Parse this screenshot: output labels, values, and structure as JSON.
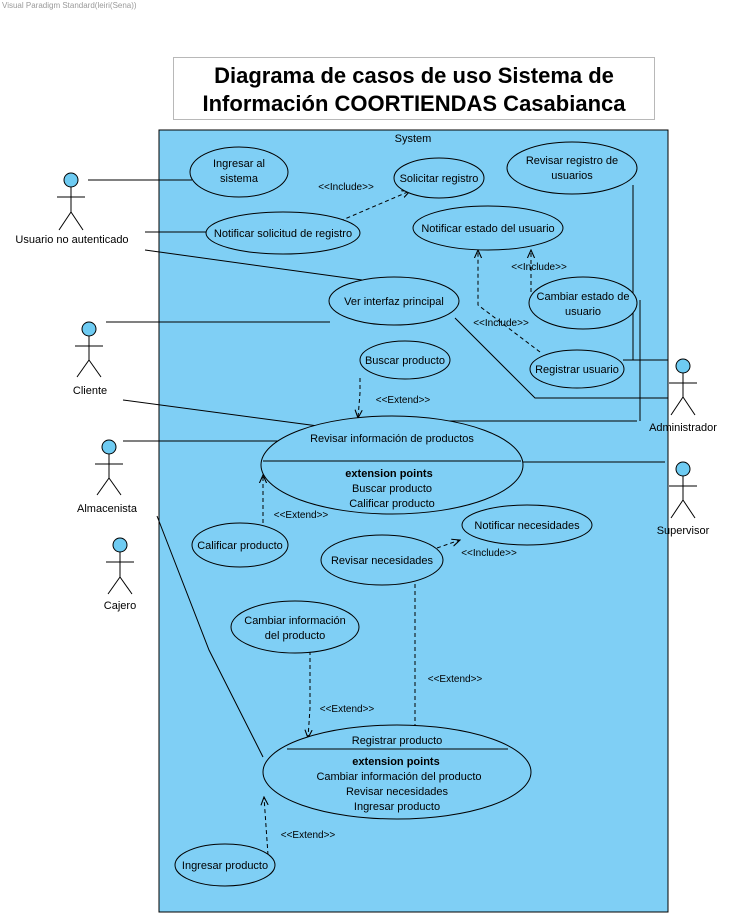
{
  "watermark": "Visual Paradigm Standard(leiri(Sena))",
  "title": {
    "line1": "Diagrama de casos de uso Sistema de",
    "line2": "Información COORTIENDAS Casabianca"
  },
  "system_label": "System",
  "actors": {
    "usuario_no_autenticado": "Usuario no autenticado",
    "cliente": "Cliente",
    "almacenista": "Almacenista",
    "cajero": "Cajero",
    "administrador": "Administrador",
    "supervisor": "Supervisor"
  },
  "use_cases": {
    "ingresar_sistema": [
      "Ingresar al",
      "sistema"
    ],
    "solicitar_registro": "Solicitar registro",
    "revisar_registro_usuarios": [
      "Revisar registro de",
      "usuarios"
    ],
    "notificar_solicitud_registro": "Notificar solicitud de registro",
    "notificar_estado_usuario": "Notificar estado del usuario",
    "ver_interfaz_principal": "Ver interfaz principal",
    "cambiar_estado_usuario": [
      "Cambiar estado de",
      "usuario"
    ],
    "buscar_producto": "Buscar producto",
    "registrar_usuario": "Registrar usuario",
    "revisar_informacion_productos": {
      "name": "Revisar información  de productos",
      "ext_title": "extension points",
      "ext_points": [
        "Buscar producto",
        "Calificar producto"
      ]
    },
    "notificar_necesidades": "Notificar  necesidades",
    "calificar_producto": "Calificar producto",
    "revisar_necesidades": "Revisar necesidades",
    "cambiar_informacion_producto": [
      "Cambiar información",
      "del producto"
    ],
    "registrar_producto": {
      "name": "Registrar producto",
      "ext_title": "extension points",
      "ext_points": [
        "Cambiar información del producto",
        "Revisar necesidades",
        "Ingresar producto"
      ]
    },
    "ingresar_producto": "Ingresar producto"
  },
  "stereotypes": {
    "include": "<<Include>>",
    "extend": "<<Extend>>"
  },
  "colors": {
    "system_fill": "#7fcff5",
    "usecase_fill": "#7fcff5",
    "actor_head": "#6ecbf2",
    "line": "#000000"
  }
}
